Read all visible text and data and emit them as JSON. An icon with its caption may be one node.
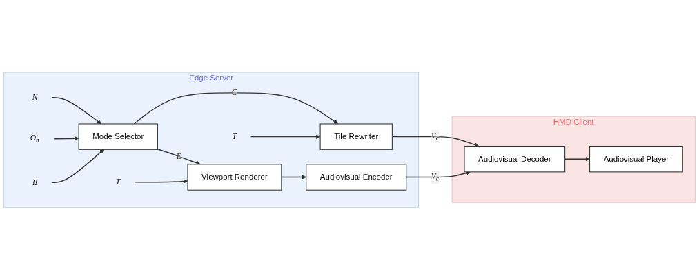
{
  "diagram": {
    "nodes": [
      {
        "text": [
          "Edge Server"
        ]
      },
      {
        "text": [
          "T"
        ],
        "in": 0
      },
      {
        "text": [
          "O$_{n}$"
        ],
        "in": 0
      },
      {
        "text": [
          "N"
        ],
        "in": 0
      },
      {
        "text": [
          "Mode Selector"
        ],
        "in": 0
      },
      {
        "text": [
          "Tile Rewriter"
        ],
        "in": 0
      },
      {
        "text": [
          "Viewport Renderer"
        ],
        "in": 0
      },
      {
        "text": [
          "Audiovisual Encoder"
        ],
        "in": 0
      },
      {
        "text": [
          "B"
        ],
        "in": 0
      },
      {
        "text": [
          "T"
        ],
        "in": 0
      },
      {
        "text": [
          "HMD Client"
        ]
      },
      {
        "text": [
          "Audiovisual Decoder"
        ],
        "in": 10
      },
      {
        "text": [
          "Audiovisual Player"
        ],
        "in": 10
      }
    ],
    "edges": [
      {
        "from": 3,
        "to": 4,
        "arrow": "to"
      },
      {
        "from": 2,
        "to": 4,
        "arrow": "to"
      },
      {
        "from": 8,
        "to": 4,
        "arrow": "to"
      },
      {
        "from": 4,
        "to": 5,
        "arrow": "to",
        "label": "C"
      },
      {
        "from": 4,
        "to": 6,
        "arrow": "to",
        "label": "E"
      },
      {
        "from": 1,
        "to": 5,
        "arrow": "to"
      },
      {
        "from": 5,
        "to": 11,
        "arrow": "to",
        "label": "V$_{c}$"
      },
      {
        "from": 9,
        "to": 6,
        "arrow": "to"
      },
      {
        "from": 6,
        "to": 7,
        "arrow": "to"
      },
      {
        "from": 7,
        "to": 11,
        "arrow": "to",
        "label": "V$_{c}$"
      },
      {
        "from": 11,
        "to": 12,
        "arrow": "to"
      }
    ]
  }
}
